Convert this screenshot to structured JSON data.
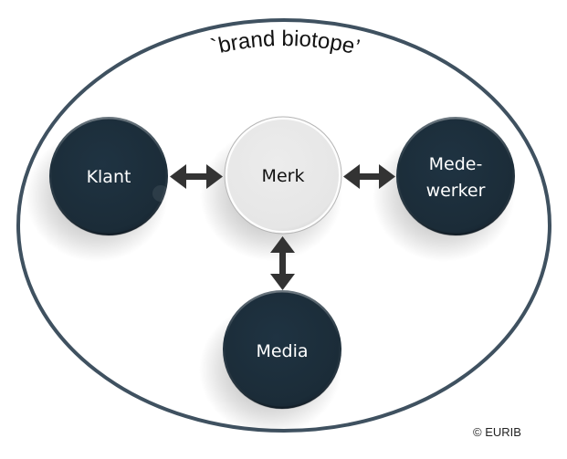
{
  "diagram": {
    "container_label": "`brand biotope’",
    "nodes": [
      {
        "id": "klant",
        "label_lines": [
          "Klant"
        ],
        "style": "dark"
      },
      {
        "id": "merk",
        "label_lines": [
          "Merk"
        ],
        "style": "light"
      },
      {
        "id": "medewerker",
        "label_lines": [
          "Mede-",
          "werker"
        ],
        "style": "dark"
      },
      {
        "id": "media",
        "label_lines": [
          "Media"
        ],
        "style": "dark"
      }
    ],
    "edges": [
      {
        "from": "klant",
        "to": "merk",
        "type": "bidirectional"
      },
      {
        "from": "merk",
        "to": "medewerker",
        "type": "bidirectional"
      },
      {
        "from": "merk",
        "to": "media",
        "type": "bidirectional"
      }
    ],
    "colors": {
      "dark_node": "#1c2d3a",
      "light_node": "#e8e8e8",
      "ellipse_stroke": "#3f5160",
      "arrow": "#333333",
      "dark_text": "#ffffff",
      "light_text": "#111111"
    }
  },
  "footer": {
    "copyright": "© EURIB"
  }
}
